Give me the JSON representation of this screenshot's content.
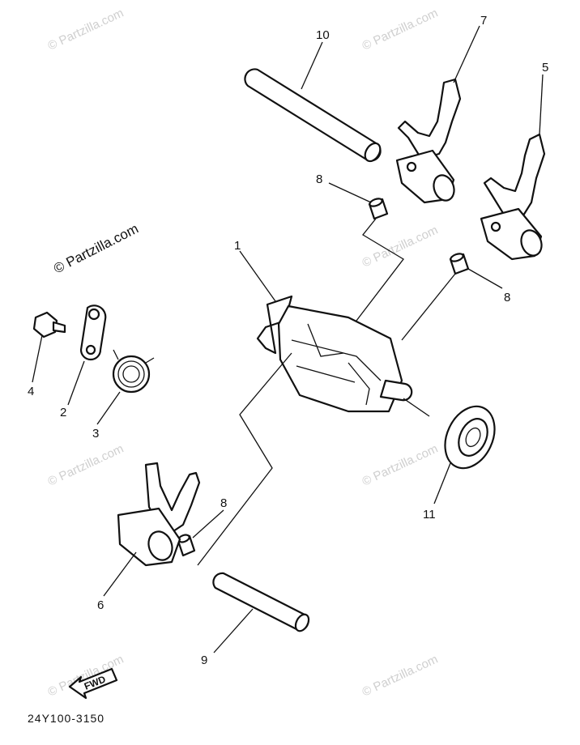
{
  "diagram": {
    "watermark": "© Partzilla.com",
    "part_code": "24Y100-3150",
    "fwd_label": "FWD",
    "callouts": {
      "p1": "1",
      "p2": "2",
      "p3": "3",
      "p4": "4",
      "p5": "5",
      "p6": "6",
      "p7": "7",
      "p8a": "8",
      "p8b": "8",
      "p8c": "8",
      "p9": "9",
      "p10": "10",
      "p11": "11"
    }
  }
}
